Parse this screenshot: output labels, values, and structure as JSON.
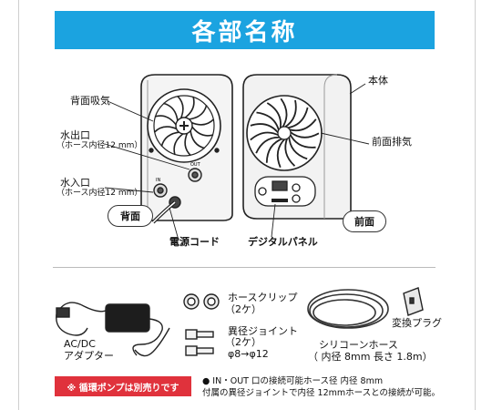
{
  "title": "各部名称",
  "labels": {
    "back_intake": "背面吸気",
    "water_outlet": "水出口",
    "water_outlet_note": "（ホース内径12 mm）",
    "water_inlet": "水入口",
    "water_inlet_note": "（ホース内径12 mm）",
    "back_tag": "背面",
    "power_cord": "電源コード",
    "digital_panel": "デジタルパネル",
    "front_tag": "前面",
    "body": "本体",
    "front_exhaust": "前面排気",
    "in_mark": "IN",
    "out_mark": "OUT"
  },
  "accessories": {
    "adapter": "AC/DC\nアダプター",
    "hose_clip": "ホースクリップ",
    "hose_clip_qty": "（2ケ）",
    "joint": "異径ジョイント",
    "joint_qty": "（2ケ）",
    "joint_size": "φ8→φ12",
    "hose": "シリコーンホース",
    "hose_spec": "（ 内径 8mm  長さ 1.8m）",
    "plug": "変換プラグ"
  },
  "notice": "※ 循環ポンプは別売りです",
  "note_line1": "● IN・OUT 口の接続可能ホース径   内径 8mm",
  "note_line2": "付属の異径ジョイントで内径 12mmホースとの接続が可能。"
}
